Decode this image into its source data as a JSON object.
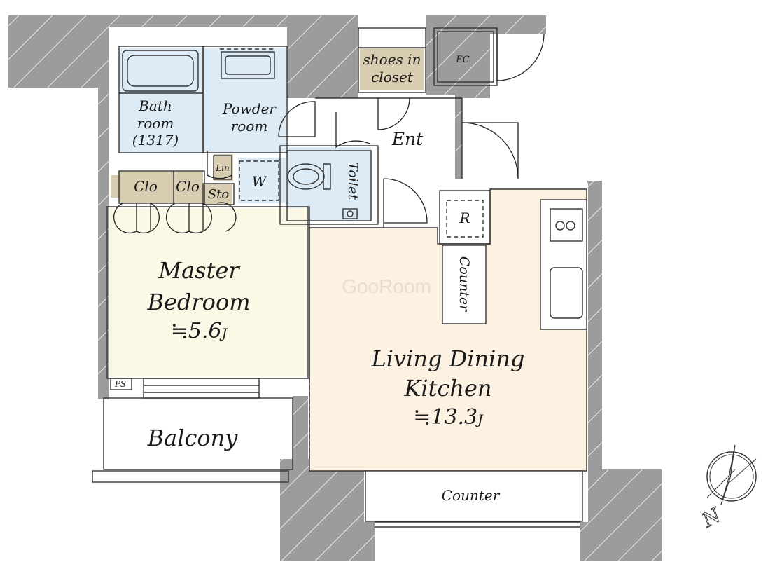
{
  "rooms": {
    "bathroom": [
      "Bath",
      "room",
      "(1317)"
    ],
    "powder_room": [
      "Powder",
      "room"
    ],
    "shoes_closet": [
      "shoes in",
      "closet"
    ],
    "ec": "EC",
    "entrance": "Ent",
    "toilet": "Toilet",
    "linen": "Lin",
    "washer": "W",
    "closet_1": "Clo",
    "closet_2": "Clo",
    "storage": "Sto",
    "refrigerator": "R",
    "counter_vertical": "Counter",
    "master_bedroom": [
      "Master",
      "Bedroom",
      "≒5.6",
      "J"
    ],
    "ldk": [
      "Living Dining",
      "Kitchen",
      "≒13.3",
      "J"
    ],
    "balcony": "Balcony",
    "ps": "PS",
    "counter_bottom": "Counter"
  },
  "watermark": "GooRoom",
  "compass": "N",
  "colors": {
    "wall": "#9a9a9a",
    "bath_blue": "#dcebf6",
    "closet_tan": "#d8cdb0",
    "bedroom_cream": "#fbf8e6",
    "ldk_peach": "#fdf1e2"
  }
}
